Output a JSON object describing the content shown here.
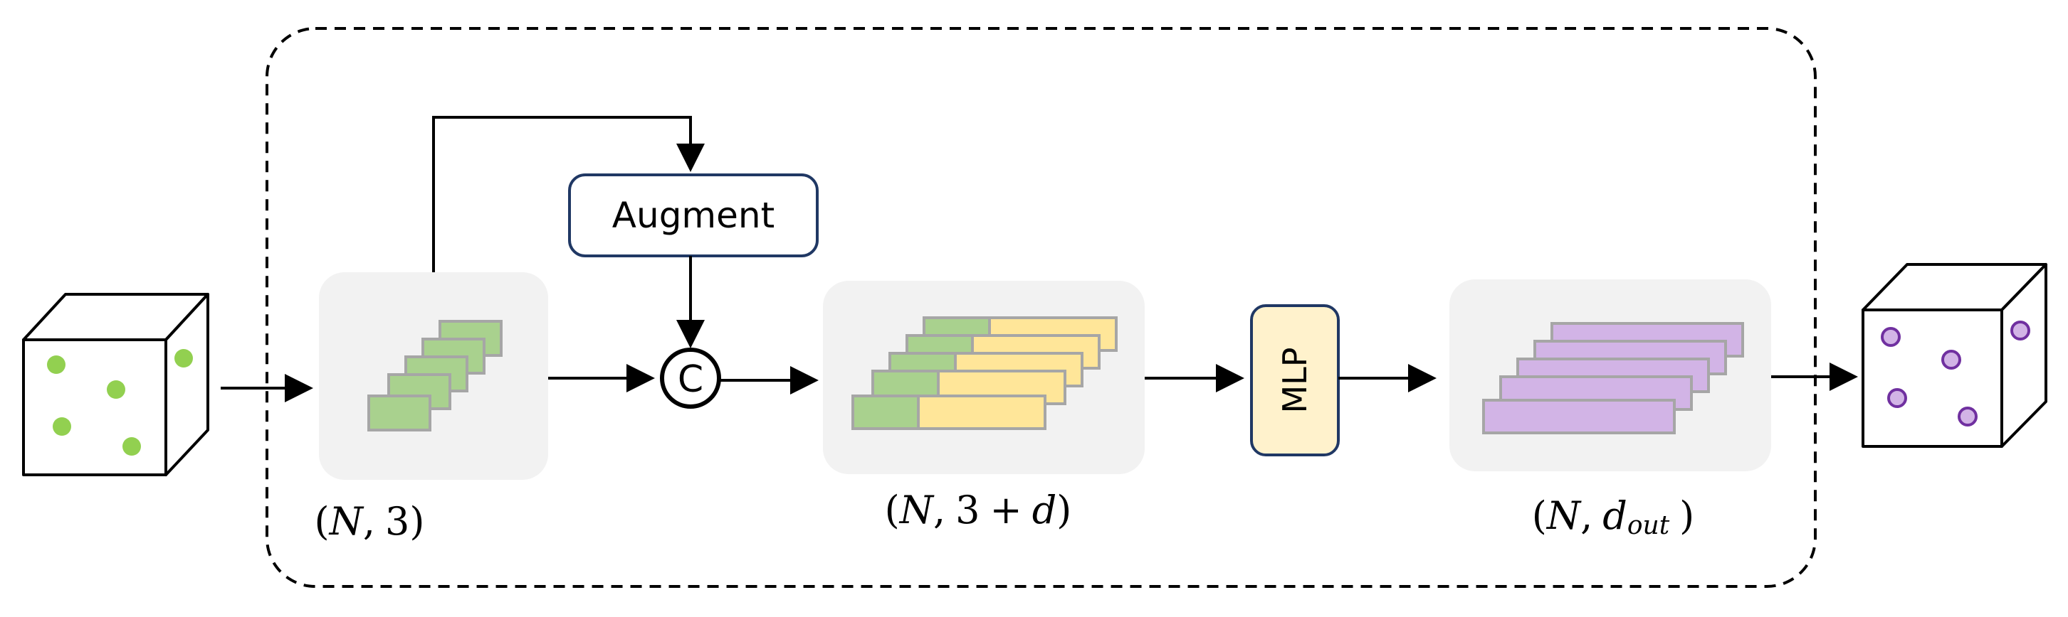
{
  "nodes": {
    "augment": {
      "label": "Augment"
    },
    "concat": {
      "label": "C"
    },
    "mlp": {
      "label": "MLP"
    }
  },
  "labels": {
    "input_shape": {
      "open": "(",
      "n": "N",
      "sep": ",",
      "three": "3",
      "close": ")"
    },
    "augmented_shape": {
      "open": "(",
      "n": "N",
      "sep": ",",
      "three": "3",
      "plus": "+",
      "d": "d",
      "close": ")"
    },
    "output_shape": {
      "open": "(",
      "n": "N",
      "sep": ",",
      "d": "d",
      "sub": "out",
      "close": ")"
    }
  },
  "colors": {
    "input_points": "#92d050",
    "coord_feature": "#a9d18e",
    "augment_feature": "#ffe699",
    "output_feature": "#d2b4e6",
    "output_points": "#d2b4e6",
    "output_point_stroke": "#7030a0",
    "feature_border": "#a6a6a6",
    "panel_bg": "#f2f2f2",
    "node_border": "#203864",
    "mlp_fill": "#fff2cc"
  }
}
